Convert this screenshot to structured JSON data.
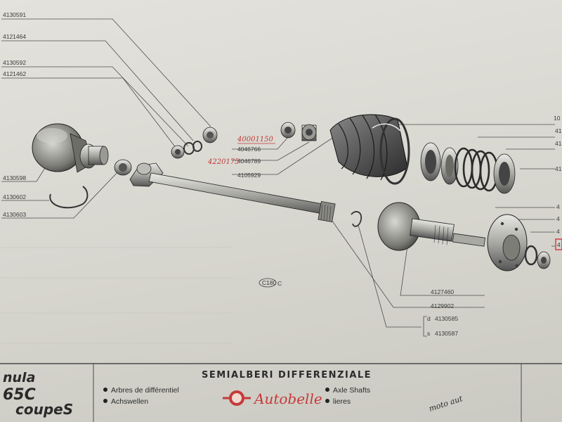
{
  "part_numbers": {
    "p4130591": "4130591",
    "p4121464": "4121464",
    "p4130592": "4130592",
    "p4121462": "4121462",
    "p4130598": "4130598",
    "p4130602": "4130602",
    "p4130603": "4130603",
    "p4046766": "4046766",
    "p4046789": "4046789",
    "p4105929": "4105929",
    "p4127460": "4127460",
    "p4129902": "4129902",
    "p4130585": "4130585",
    "p4130587": "4130587",
    "code_d": "d",
    "code_s": "s",
    "right_edge_1": "10",
    "right_edge_2": "41",
    "right_edge_3": "41",
    "right_edge_4": "41",
    "right_edge_5": "4",
    "right_edge_6": "4",
    "right_edge_7": "4",
    "right_edge_8": "4"
  },
  "handwritten": {
    "correction_1": "40001150",
    "correction_2": "4220175"
  },
  "figure_code": "C180",
  "figure_suffix": "C",
  "footer": {
    "title": "SEMIALBERI DIFFERENZIALE",
    "fr": "Arbres de différentiel",
    "de": "Achswellen",
    "en": "Axle Shafts",
    "es": "lieres",
    "model_line1": "nula",
    "model_line2": "65C",
    "model_line3": "coupeS",
    "brand": "Autobelle",
    "handnote": "moto aut"
  }
}
